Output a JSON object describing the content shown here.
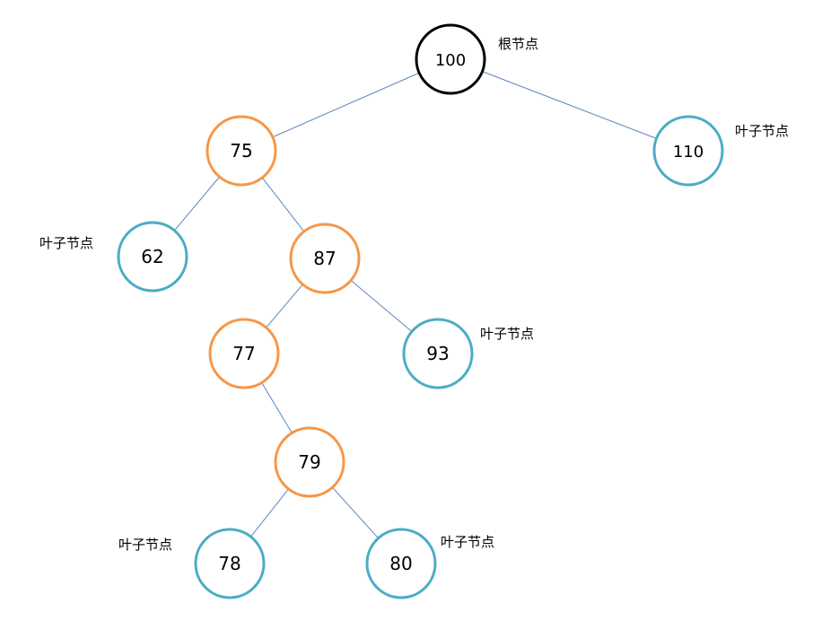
{
  "colors": {
    "root": "#000000",
    "internal": "#f79646",
    "leaf": "#4bacc6",
    "edge": "#5b86c0"
  },
  "nodes": [
    {
      "id": "n100",
      "value": "100",
      "kind": "root"
    },
    {
      "id": "n75",
      "value": "75",
      "kind": "internal"
    },
    {
      "id": "n110",
      "value": "110",
      "kind": "leaf"
    },
    {
      "id": "n62",
      "value": "62",
      "kind": "leaf"
    },
    {
      "id": "n87",
      "value": "87",
      "kind": "internal"
    },
    {
      "id": "n77",
      "value": "77",
      "kind": "internal"
    },
    {
      "id": "n93",
      "value": "93",
      "kind": "leaf"
    },
    {
      "id": "n79",
      "value": "79",
      "kind": "internal"
    },
    {
      "id": "n78",
      "value": "78",
      "kind": "leaf"
    },
    {
      "id": "n80",
      "value": "80",
      "kind": "leaf"
    }
  ],
  "edges": [
    [
      "n100",
      "n75"
    ],
    [
      "n100",
      "n110"
    ],
    [
      "n75",
      "n62"
    ],
    [
      "n75",
      "n87"
    ],
    [
      "n87",
      "n77"
    ],
    [
      "n87",
      "n93"
    ],
    [
      "n77",
      "n79"
    ],
    [
      "n79",
      "n78"
    ],
    [
      "n79",
      "n80"
    ]
  ],
  "labels": {
    "root": "根节点",
    "leaf_110": "叶子节点",
    "leaf_62": "叶子节点",
    "leaf_93": "叶子节点",
    "leaf_78": "叶子节点",
    "leaf_80": "叶子节点"
  }
}
